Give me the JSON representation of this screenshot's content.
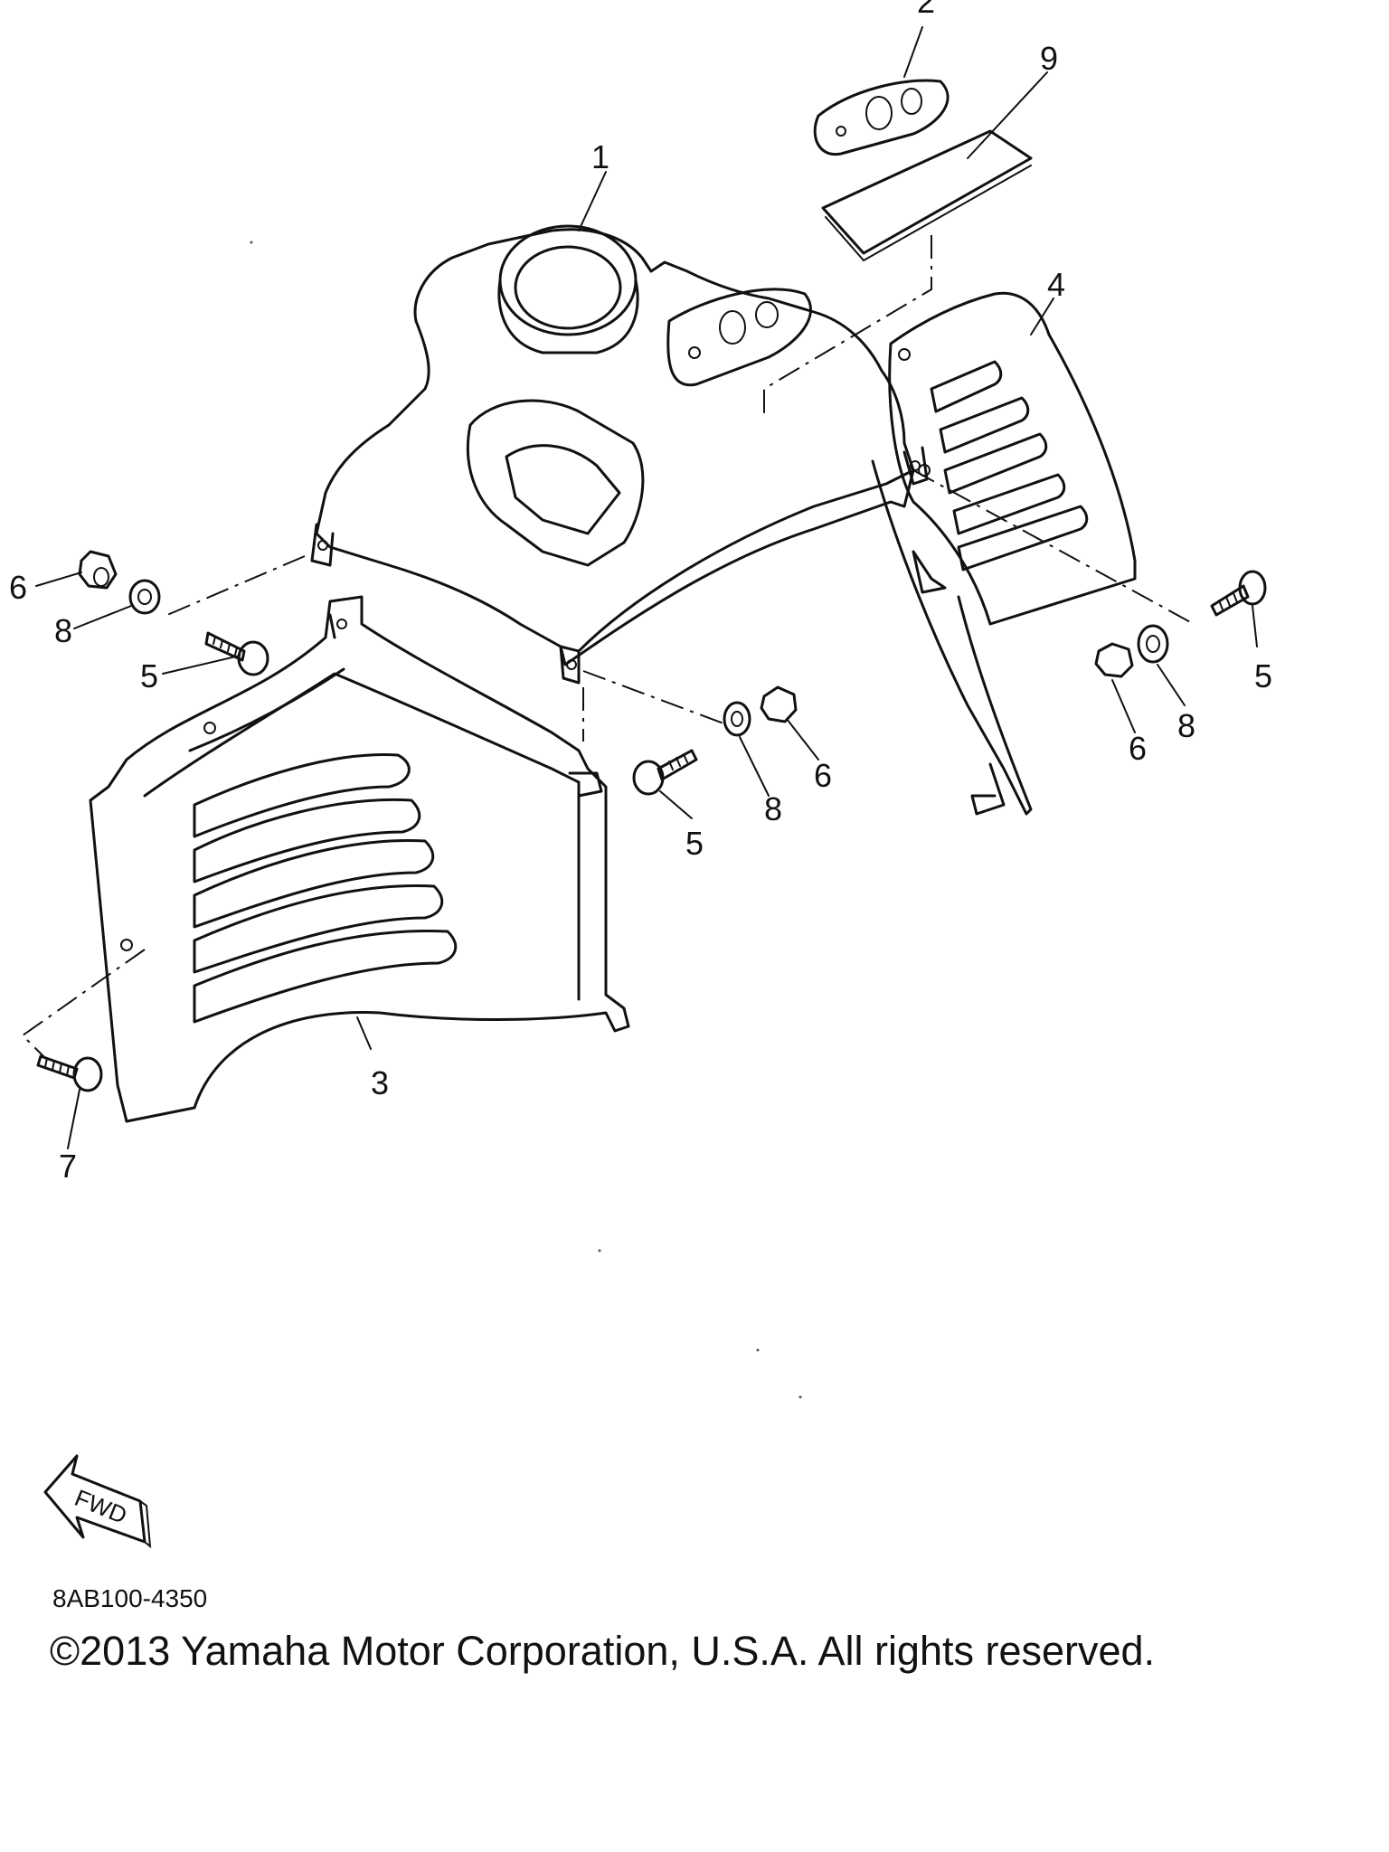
{
  "diagram": {
    "drawing_code": "8AB100-4350",
    "copyright": "©2013 Yamaha Motor Corporation, U.S.A. All rights reserved.",
    "direction_marker": "FWD",
    "callouts": {
      "c1": "1",
      "c2": "2",
      "c3": "3",
      "c4": "4",
      "c5a": "5",
      "c5b": "5",
      "c5c": "5",
      "c6a": "6",
      "c6b": "6",
      "c6c": "6",
      "c7": "7",
      "c8a": "8",
      "c8b": "8",
      "c8c": "8",
      "c9": "9"
    }
  }
}
